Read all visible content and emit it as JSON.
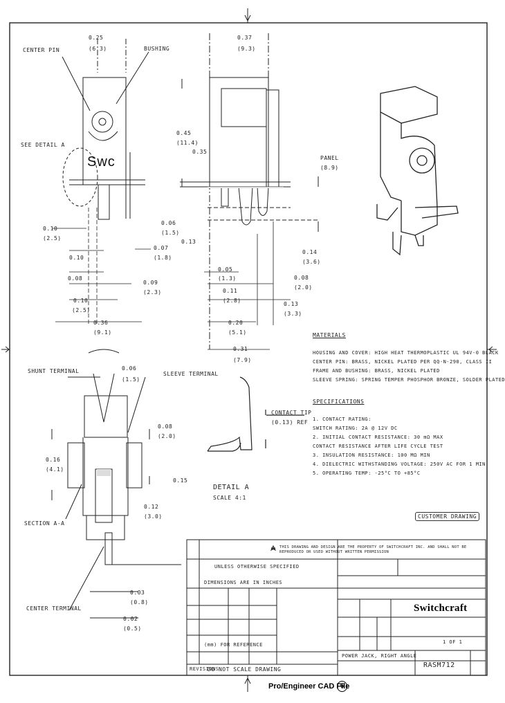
{
  "notes": {
    "materials_header": "MATERIALS",
    "materials": [
      "HOUSING AND COVER: HIGH HEAT THERMOPLASTIC UL 94V-0 BLACK",
      "CENTER PIN: BRASS, NICKEL PLATED PER QQ-N-290, CLASS II",
      "FRAME AND BUSHING: BRASS, NICKEL PLATED",
      "SLEEVE SPRING: SPRING TEMPER PHOSPHOR BRONZE, SOLDER PLATED"
    ],
    "specs_header": "SPECIFICATIONS",
    "specs": [
      "1. CONTACT RATING:",
      "   SWITCH RATING: 2A @ 12V DC",
      "2. INITIAL CONTACT RESISTANCE: 30 mΩ MAX",
      "   CONTACT RESISTANCE AFTER LIFE CYCLE TEST",
      "3. INSULATION RESISTANCE: 100 MΩ MIN",
      "4. DIELECTRIC WITHSTANDING VOLTAGE: 250V AC FOR 1 MIN",
      "5. OPERATING TEMP: -25°C TO +85°C"
    ],
    "customer_drawing": "CUSTOMER DRAWING"
  },
  "labels": {
    "section_a": "SECTION A-A",
    "detail_a": "DETAIL A",
    "detail_scale": "SCALE 4:1",
    "center_pin": "CENTER PIN",
    "shunt_terminal": "SHUNT TERMINAL",
    "sleeve_terminal": "SLEEVE TERMINAL",
    "center_terminal": "CENTER TERMINAL",
    "bushing": "BUSHING",
    "detail_callout": "SEE DETAIL A"
  },
  "title_block": {
    "confidential": "THIS DRAWING AND DESIGN ARE THE PROPERTY OF SWITCHCRAFT INC. AND SHALL NOT BE REPRODUCED OR USED WITHOUT WRITTEN PERMISSION",
    "tolerances": "UNLESS OTHERWISE SPECIFIED",
    "do_not_scale": "DO NOT SCALE DRAWING",
    "rev_label": "REVISIONS",
    "description": "POWER JACK, RIGHT ANGLE",
    "drawing_no": "RASM712",
    "brand": "Switchcraft",
    "sheet": "1 OF 1"
  },
  "footer": {
    "label": "Pro/Engineer CAD File",
    "badge": "6"
  }
}
